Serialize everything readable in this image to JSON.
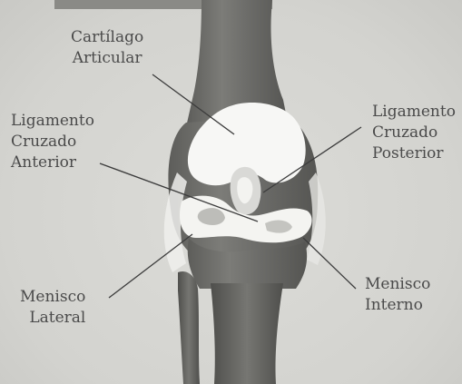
{
  "labels": {
    "cartilage": {
      "line1": "Cartílago",
      "line2": "Articular"
    },
    "acl": {
      "line1": "Ligamento",
      "line2": "Cruzado",
      "line3": "Anterior"
    },
    "pcl": {
      "line1": "Ligamento",
      "line2": "Cruzado",
      "line3": "Posterior"
    },
    "lateral_meniscus": {
      "line1": "Menisco",
      "line2": "Lateral"
    },
    "medial_meniscus": {
      "line1": "Menisco",
      "line2": "Interno"
    }
  },
  "colors": {
    "background": "#d7d7d3",
    "bone": "#6a6a67",
    "cartilage": "#f7f7f5",
    "text": "#4a4a4a",
    "leader_line": "#3c3c3c"
  }
}
